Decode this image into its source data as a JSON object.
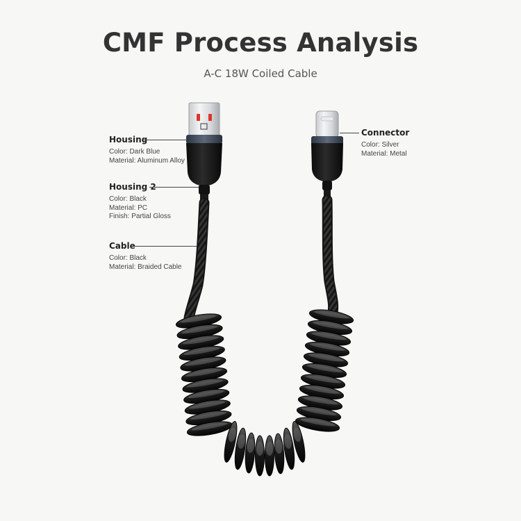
{
  "header": {
    "title": "CMF Process Analysis",
    "subtitle": "A-C 18W Coiled Cable"
  },
  "callouts": {
    "housing": {
      "title": "Housing",
      "lines": [
        "Color: Dark Blue",
        "Material: Aluminum Alloy"
      ]
    },
    "housing2": {
      "title": "Housing 2",
      "lines": [
        "Color: Black",
        "Material: PC",
        "Finish: Partial Gloss"
      ]
    },
    "cable": {
      "title": "Cable",
      "lines": [
        "Color: Black",
        "Material: Braided Cable"
      ]
    },
    "connector": {
      "title": "Connector",
      "lines": [
        "Color: Silver",
        "Material: Metal"
      ]
    }
  },
  "colors": {
    "background": "#f7f7f5",
    "title": "#333333",
    "cable_black": "#151515",
    "usb_port_accent": "#e0342b",
    "housing_blue": "#3b4556"
  }
}
